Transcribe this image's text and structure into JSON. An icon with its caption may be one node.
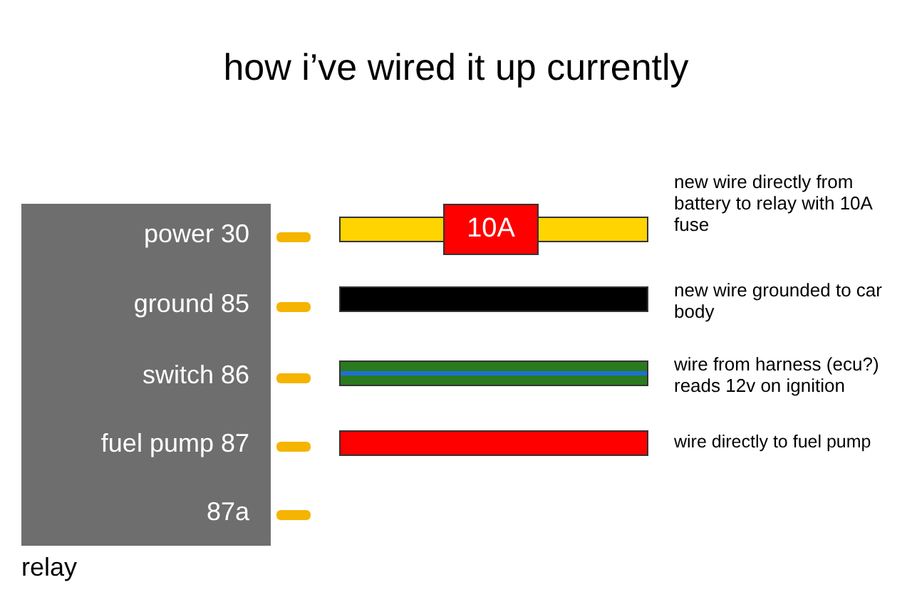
{
  "diagram": {
    "title": "how i’ve wired it up currently",
    "nodes": [
      {
        "text": [
          "relay"
        ]
      },
      {
        "text": [
          "10A"
        ]
      },
      {
        "text": [],
        "shape": "bar"
      },
      {
        "text": [],
        "shape": "bar"
      },
      {
        "text": [],
        "shape": "bar"
      },
      {
        "text": [],
        "shape": "bar"
      },
      {
        "text": [],
        "shape": "bar"
      }
    ],
    "labels": [
      "power 30",
      "ground 85",
      "switch 86",
      "fuel pump 87",
      "87a",
      "new wire directly from battery to relay with 10A fuse",
      "new wire grounded to car body",
      "wire from harness (ecu?) reads 12v on ignition",
      "wire directly to fuel pump"
    ]
  }
}
